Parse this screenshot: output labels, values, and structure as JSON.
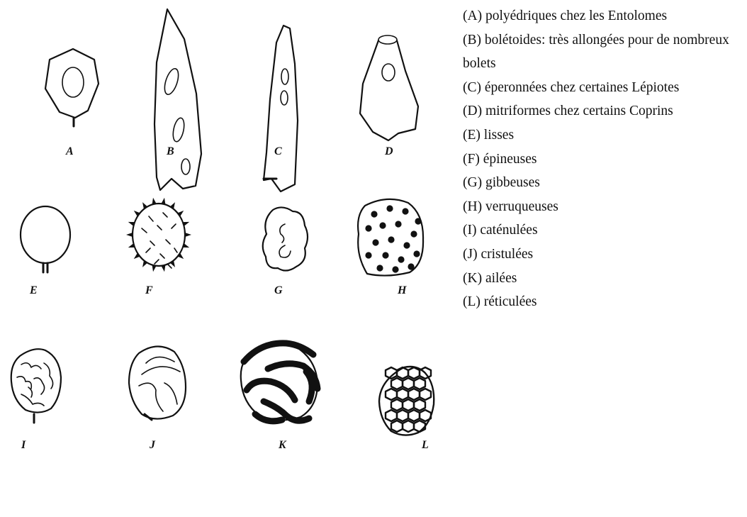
{
  "figure": {
    "spores": [
      {
        "letter": "A"
      },
      {
        "letter": "B"
      },
      {
        "letter": "C"
      },
      {
        "letter": "D"
      },
      {
        "letter": "E"
      },
      {
        "letter": "F"
      },
      {
        "letter": "G"
      },
      {
        "letter": "H"
      },
      {
        "letter": "I"
      },
      {
        "letter": "J"
      },
      {
        "letter": "K"
      },
      {
        "letter": "L"
      }
    ]
  },
  "legend": {
    "items": [
      "(A) polyédriques chez les Entolomes",
      "(B) bolétoides: très allongées pour de nombreux bolets",
      "(C) éperonnées chez certaines Lépiotes",
      "(D) mitriformes chez certains Coprins",
      "(E) lisses",
      "(F) épineuses",
      "(G) gibbeuses",
      "(H) verruqueuses",
      "(I) caténulées",
      "(J) cristulées",
      "(K) ailées",
      "(L) réticulées"
    ]
  }
}
